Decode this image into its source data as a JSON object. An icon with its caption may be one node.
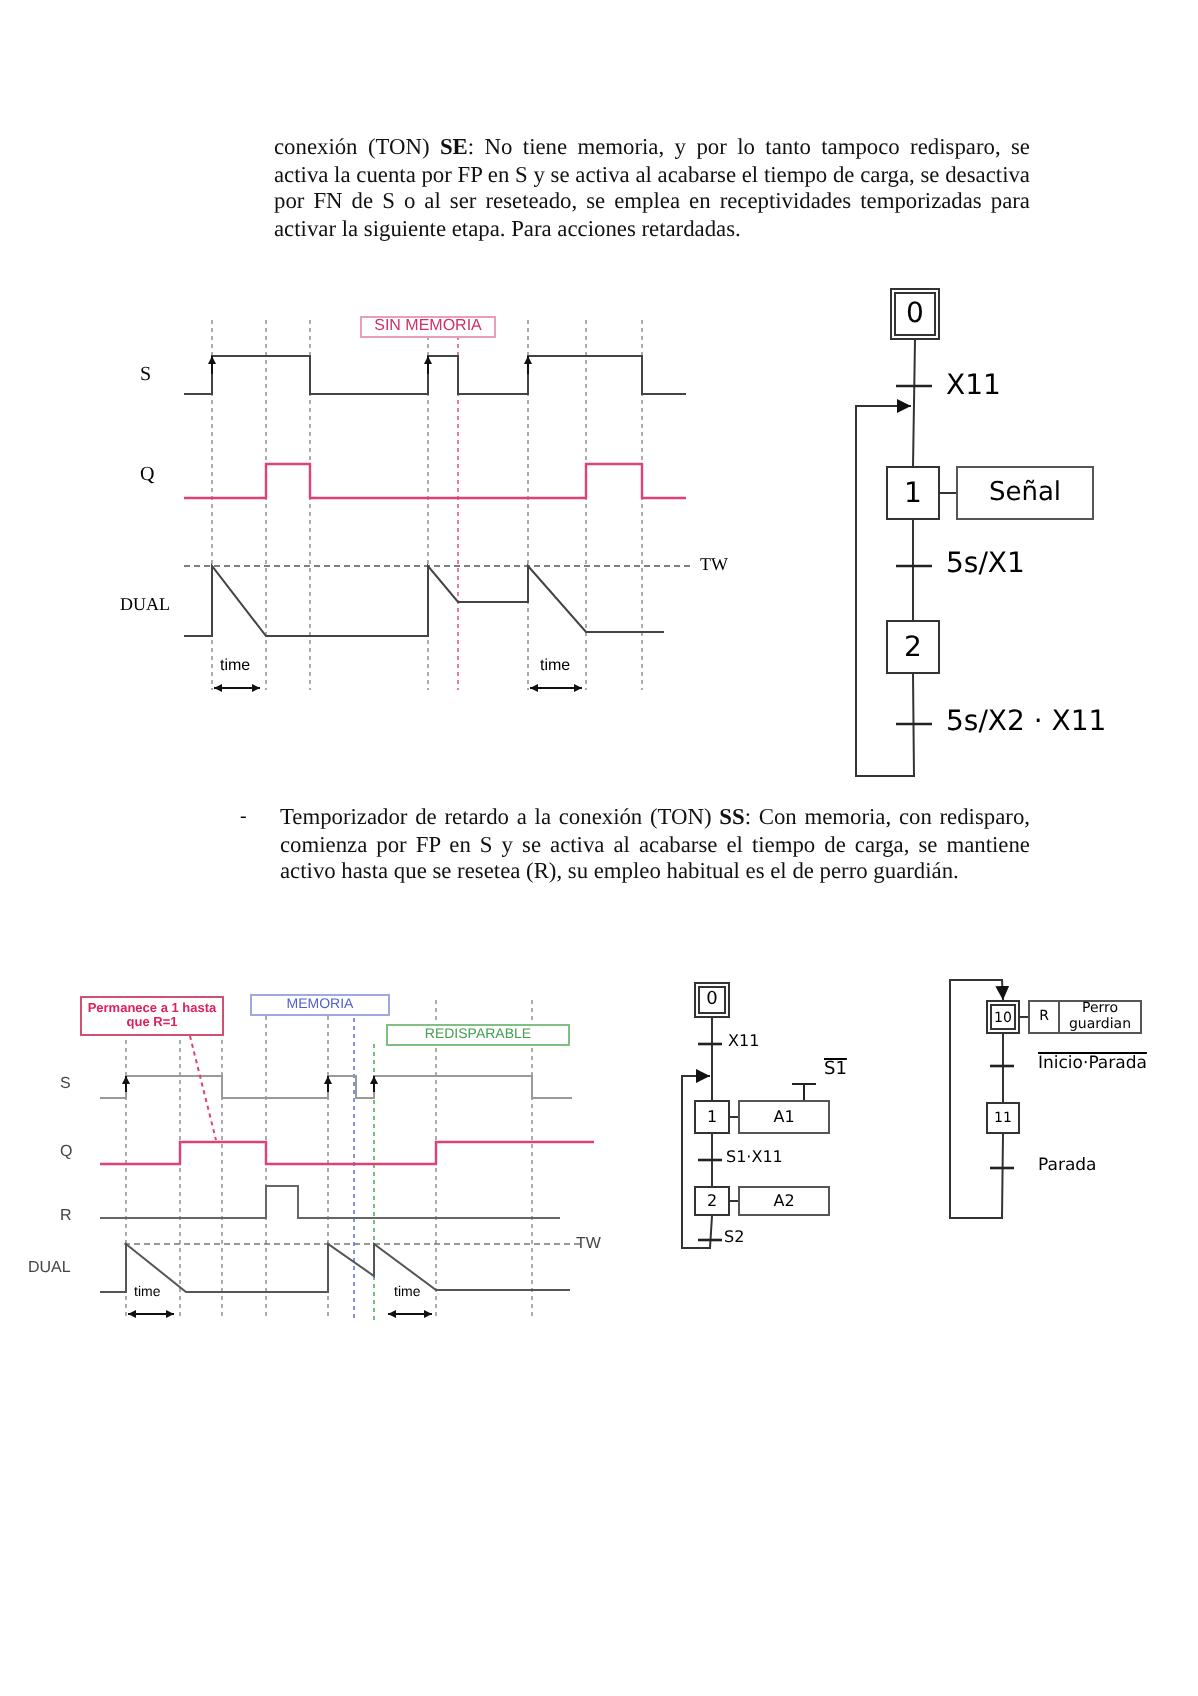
{
  "diagram": {
    "nodes": [
      {
        "text": [
          "SIN MEMORIA"
        ]
      },
      {
        "text": [
          "0"
        ]
      },
      {
        "text": [
          "1"
        ]
      },
      {
        "text": [
          "Señal"
        ]
      },
      {
        "text": [
          "2"
        ]
      },
      {
        "text": [
          "Permanece a 1 hasta que R=1"
        ]
      },
      {
        "text": [
          "MEMORIA"
        ]
      },
      {
        "text": [
          "REDISPARABLE"
        ]
      },
      {
        "text": [
          "0"
        ]
      },
      {
        "text": [
          "1"
        ]
      },
      {
        "text": [
          "A1"
        ],
        "beside": [
          "S1"
        ]
      },
      {
        "text": [
          "2"
        ]
      },
      {
        "text": [
          "A2"
        ]
      },
      {
        "text": [
          "10"
        ]
      },
      {
        "text": [
          "R",
          "Perro guardian"
        ]
      },
      {
        "text": [
          "11"
        ]
      }
    ],
    "edges": [
      {
        "from": 1,
        "to": 2,
        "arrow": "none",
        "label": "X11"
      },
      {
        "from": 2,
        "to": 3,
        "arrow": "none"
      },
      {
        "from": 2,
        "to": 4,
        "arrow": "none",
        "label": "5s/X1"
      },
      {
        "from": 4,
        "to": 2,
        "arrow": "to",
        "label": "5s/X2 · X11"
      },
      {
        "from": 5,
        "to": null,
        "arrow": "none",
        "style": "dashed",
        "color": "#e0407a"
      },
      {
        "from": 8,
        "to": 9,
        "arrow": "none",
        "label": "X11"
      },
      {
        "from": 9,
        "to": 10,
        "arrow": "none"
      },
      {
        "from": 9,
        "to": 11,
        "arrow": "none",
        "label": "S1·X11"
      },
      {
        "from": 11,
        "to": 12,
        "arrow": "none"
      },
      {
        "from": 11,
        "to": 9,
        "arrow": "to",
        "label": "S2"
      },
      {
        "from": 13,
        "to": 14,
        "arrow": "none"
      },
      {
        "from": 13,
        "to": 15,
        "arrow": "none",
        "label": "Inicio·Parada"
      },
      {
        "from": 15,
        "to": 13,
        "arrow": "to",
        "label": "Parada"
      }
    ],
    "labels": [
      "conexión (TON) **SE**: No tiene memoria, y por lo tanto tampoco redisparo, se activa la cuenta por FP en S y se activa al acabarse el tiempo de carga, se desactiva por FN de S o al ser reseteado, se emplea en receptividades temporizadas para activar la siguiente etapa. Para acciones retardadas.",
      "S",
      "Q",
      "TW",
      "DUAL",
      "time",
      "time",
      "-",
      "Temporizador de retardo a la conexión (TON) **SS**: Con memoria, con redisparo, comienza por FP en S y se activa al acabarse el tiempo de carga, se mantiene activo hasta que se resetea (R), su empleo habitual es el de perro guardián.",
      "S",
      "Q",
      "R",
      "TW",
      "DUAL",
      "time",
      "time"
    ]
  }
}
